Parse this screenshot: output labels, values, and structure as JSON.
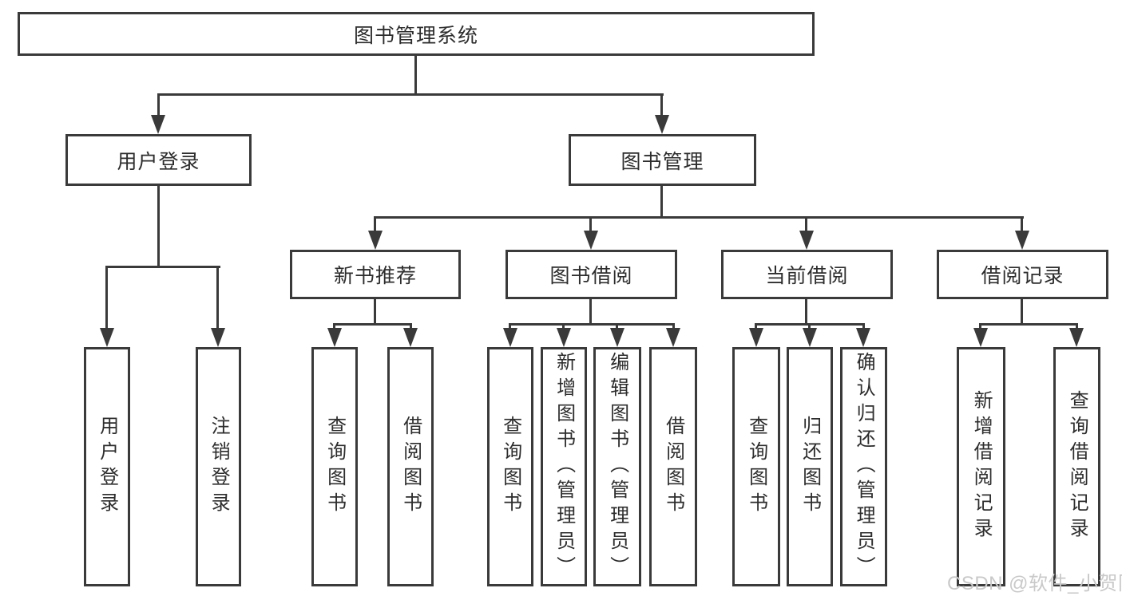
{
  "diagram": {
    "title": "图书管理系统",
    "root": {
      "label": "图书管理系统"
    },
    "level2": [
      {
        "label": "用户登录"
      },
      {
        "label": "图书管理"
      }
    ],
    "level3": [
      {
        "label": "新书推荐"
      },
      {
        "label": "图书借阅"
      },
      {
        "label": "当前借阅"
      },
      {
        "label": "借阅记录"
      }
    ],
    "leaves": {
      "user_login": [
        {
          "label": "用户登录"
        },
        {
          "label": "注销登录"
        }
      ],
      "new_book": [
        {
          "label": "查询图书"
        },
        {
          "label": "借阅图书"
        }
      ],
      "borrow": [
        {
          "label": "查询图书"
        },
        {
          "label": "新增图书（管理员）"
        },
        {
          "label": "编辑图书（管理员）"
        },
        {
          "label": "借阅图书"
        }
      ],
      "current": [
        {
          "label": "查询图书"
        },
        {
          "label": "归还图书"
        },
        {
          "label": "确认归还（管理员）"
        }
      ],
      "records": [
        {
          "label": "新增借阅记录"
        },
        {
          "label": "查询借阅记录"
        }
      ]
    },
    "watermark": "CSDN @软件_小贺同学",
    "colors": {
      "line": "#3a3a3a",
      "text": "#2d2d2d",
      "watermark": "#c9c9c9",
      "background": "#ffffff"
    }
  }
}
